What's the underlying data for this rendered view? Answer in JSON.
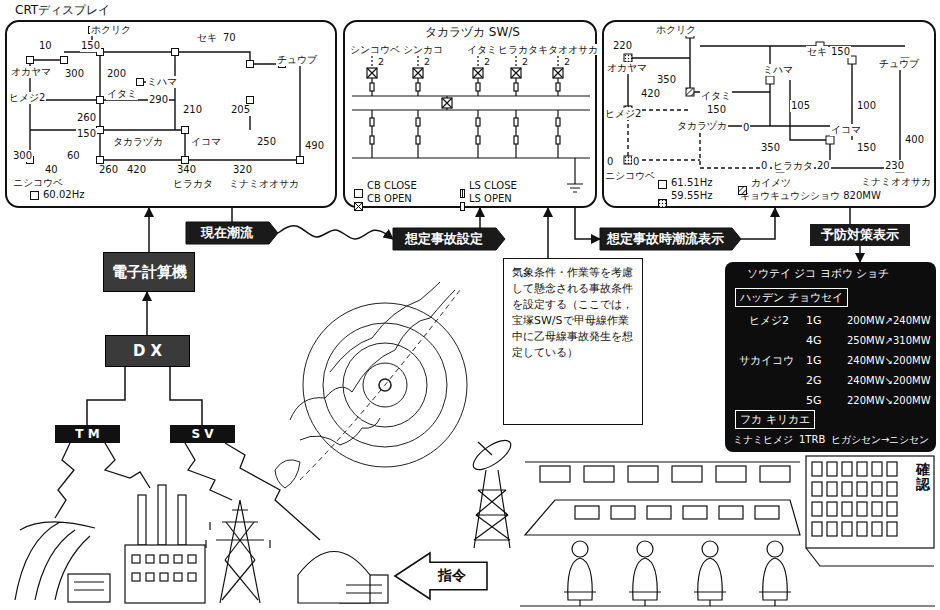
{
  "diagram": {
    "nodes": [
      {
        "text": [
          "CRTディスプレイ"
        ]
      },
      {
        "text": [
          "タカラヅカ SW/S"
        ]
      },
      {
        "text": [
          "キョウキュウシショウ 820MW"
        ]
      },
      {
        "text": [
          "現在潮流"
        ]
      },
      {
        "text": [
          "想定事故設定"
        ]
      },
      {
        "text": [
          "想定事故時潮流表示"
        ]
      },
      {
        "text": [
          "予防対策表示"
        ]
      },
      {
        "text": [
          "ソウテイ ジコ ヨボウ ショチ"
        ]
      },
      {
        "text": [
          "ハッデン チョウセイ"
        ],
        "in": 7
      },
      {
        "text": [
          "フカ キリカエ"
        ],
        "in": 7
      },
      {
        "text": [
          "電子計算機"
        ]
      },
      {
        "text": [
          "D X"
        ]
      },
      {
        "text": [
          "T M"
        ]
      },
      {
        "text": [
          "S V"
        ]
      },
      {
        "text": [
          "気象条件・作業等を考慮して懸念される事故条件を設定する（ここでは，宝塚SW/Sで甲母線作業中に乙母線事故発生を想定している）"
        ]
      },
      {
        "text": [
          "指令"
        ]
      }
    ],
    "edges": [
      {
        "from": 10,
        "to": 0,
        "arrow": "to"
      },
      {
        "from": 11,
        "to": 10,
        "arrow": "to"
      },
      {
        "from": 12,
        "to": 11,
        "arrow": "none"
      },
      {
        "from": 13,
        "to": 11,
        "arrow": "none"
      },
      {
        "from": 0,
        "to": 3,
        "arrow": "none"
      },
      {
        "from": 3,
        "to": 4,
        "arrow": "to"
      },
      {
        "from": 4,
        "to": 1,
        "arrow": "to"
      },
      {
        "from": 1,
        "to": 5,
        "arrow": "to"
      },
      {
        "from": 5,
        "to": 2,
        "arrow": "to"
      },
      {
        "from": 2,
        "to": 6,
        "arrow": "none"
      },
      {
        "from": 6,
        "to": 7,
        "arrow": "to"
      },
      {
        "from": 14,
        "to": 1,
        "arrow": "to"
      }
    ],
    "labels": [
      "ホクリク",
      "10",
      "150",
      "セキ",
      "70",
      "チュウブ",
      "オカヤマ",
      "300",
      "200",
      "ミハマ",
      "ヒメジ2",
      "イタミ",
      "290",
      "210",
      "205",
      "260",
      "150",
      "タカラヅカ",
      "イコマ",
      "250",
      "490",
      "300",
      "60",
      "40",
      "260",
      "420",
      "340",
      "320",
      "ニシコウベ",
      "ヒラカタ",
      "ミナミオオサカ",
      "シンコウベ",
      "シンカコ",
      "イタミ",
      "ヒラカタ",
      "キタオオサカ",
      "2",
      "2",
      "2",
      "2",
      "2",
      "ホクリク",
      "220",
      "セキ",
      "150",
      "チュウブ",
      "オカヤマ",
      "350",
      "420",
      "イタミ",
      "ミハマ",
      "150",
      "105",
      "100",
      "ヒメジ2",
      "タカラヅカ",
      "0",
      "350",
      "イコマ",
      "150",
      "400",
      "0",
      "0",
      "0",
      "ヒラカタ",
      "20",
      "230",
      "ニシコウベ",
      "ミナミオオサカ",
      "ヒメジ2",
      "1G",
      "200MW↗240MW",
      "4G",
      "250MW↗310MW",
      "サカイコウ",
      "1G",
      "240MW↘200MW",
      "2G",
      "240MW↘200MW",
      "5G",
      "220MW↘200MW",
      "ミナミヒメジ",
      "1TRB",
      "ヒガシセン→ニシセン",
      "確認"
    ],
    "legend": [
      {
        "text": "60.02Hz",
        "color": "#ffffff"
      },
      {
        "text": "CB CLOSE"
      },
      {
        "text": "CB OPEN"
      },
      {
        "text": "LS CLOSE"
      },
      {
        "text": "LS OPEN"
      },
      {
        "text": "61.51Hz",
        "color": "#ffffff"
      },
      {
        "text": "59.55Hz"
      },
      {
        "text": "カイメツ"
      }
    ]
  }
}
